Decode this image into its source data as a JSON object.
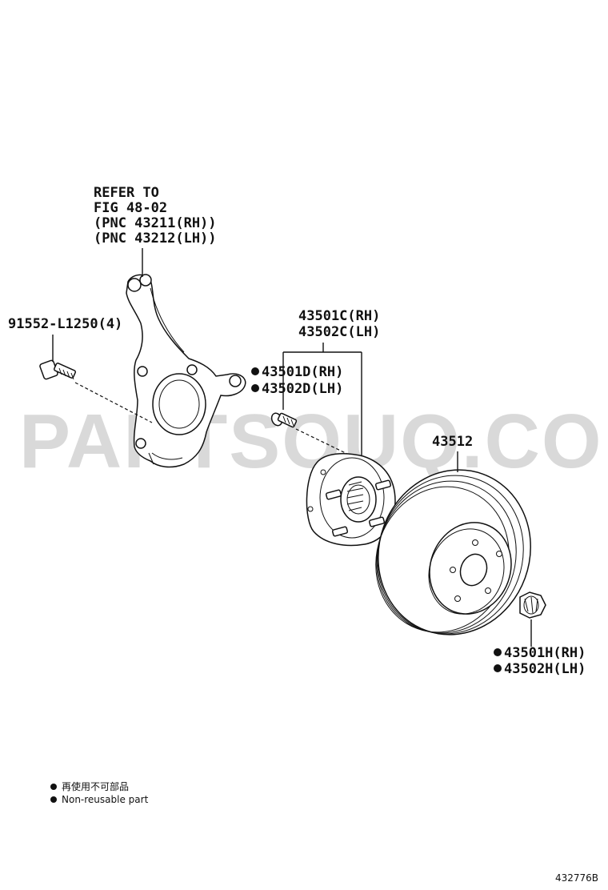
{
  "watermark": "PARTSOUQ.COM",
  "knuckle_ref": {
    "line1": "REFER TO",
    "line2": "FIG 48-02",
    "line3": "(PNC 43211(RH))",
    "line4": "(PNC 43212(LH))"
  },
  "bolt_label": "91552-L1250(4)",
  "hub_label": {
    "rh": "43501C(RH)",
    "lh": "43502C(LH)"
  },
  "hub_bolt_label": {
    "rh": "43501D(RH)",
    "lh": "43502D(LH)"
  },
  "disc_label": "43512",
  "nut_label": {
    "rh": "43501H(RH)",
    "lh": "43502H(LH)"
  },
  "legend": {
    "line1": "再使用不可部品",
    "line2": "Non-reusable part"
  },
  "figure_code": "432776B"
}
